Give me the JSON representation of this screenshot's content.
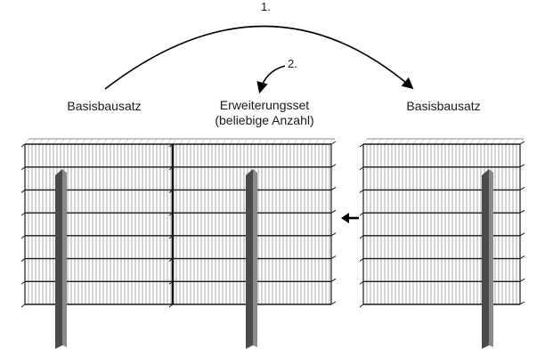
{
  "labels": {
    "left": "Basisbausatz",
    "middle_line1": "Erweiterungsset",
    "middle_line2": "(beliebige Anzahl)",
    "right": "Basisbausatz"
  },
  "steps": {
    "one": "1.",
    "two": "2."
  },
  "colors": {
    "grid": "#2a2a2a",
    "post_light": "#8a8a8a",
    "post_dark": "#4a4a4a",
    "arrow": "#000000"
  }
}
